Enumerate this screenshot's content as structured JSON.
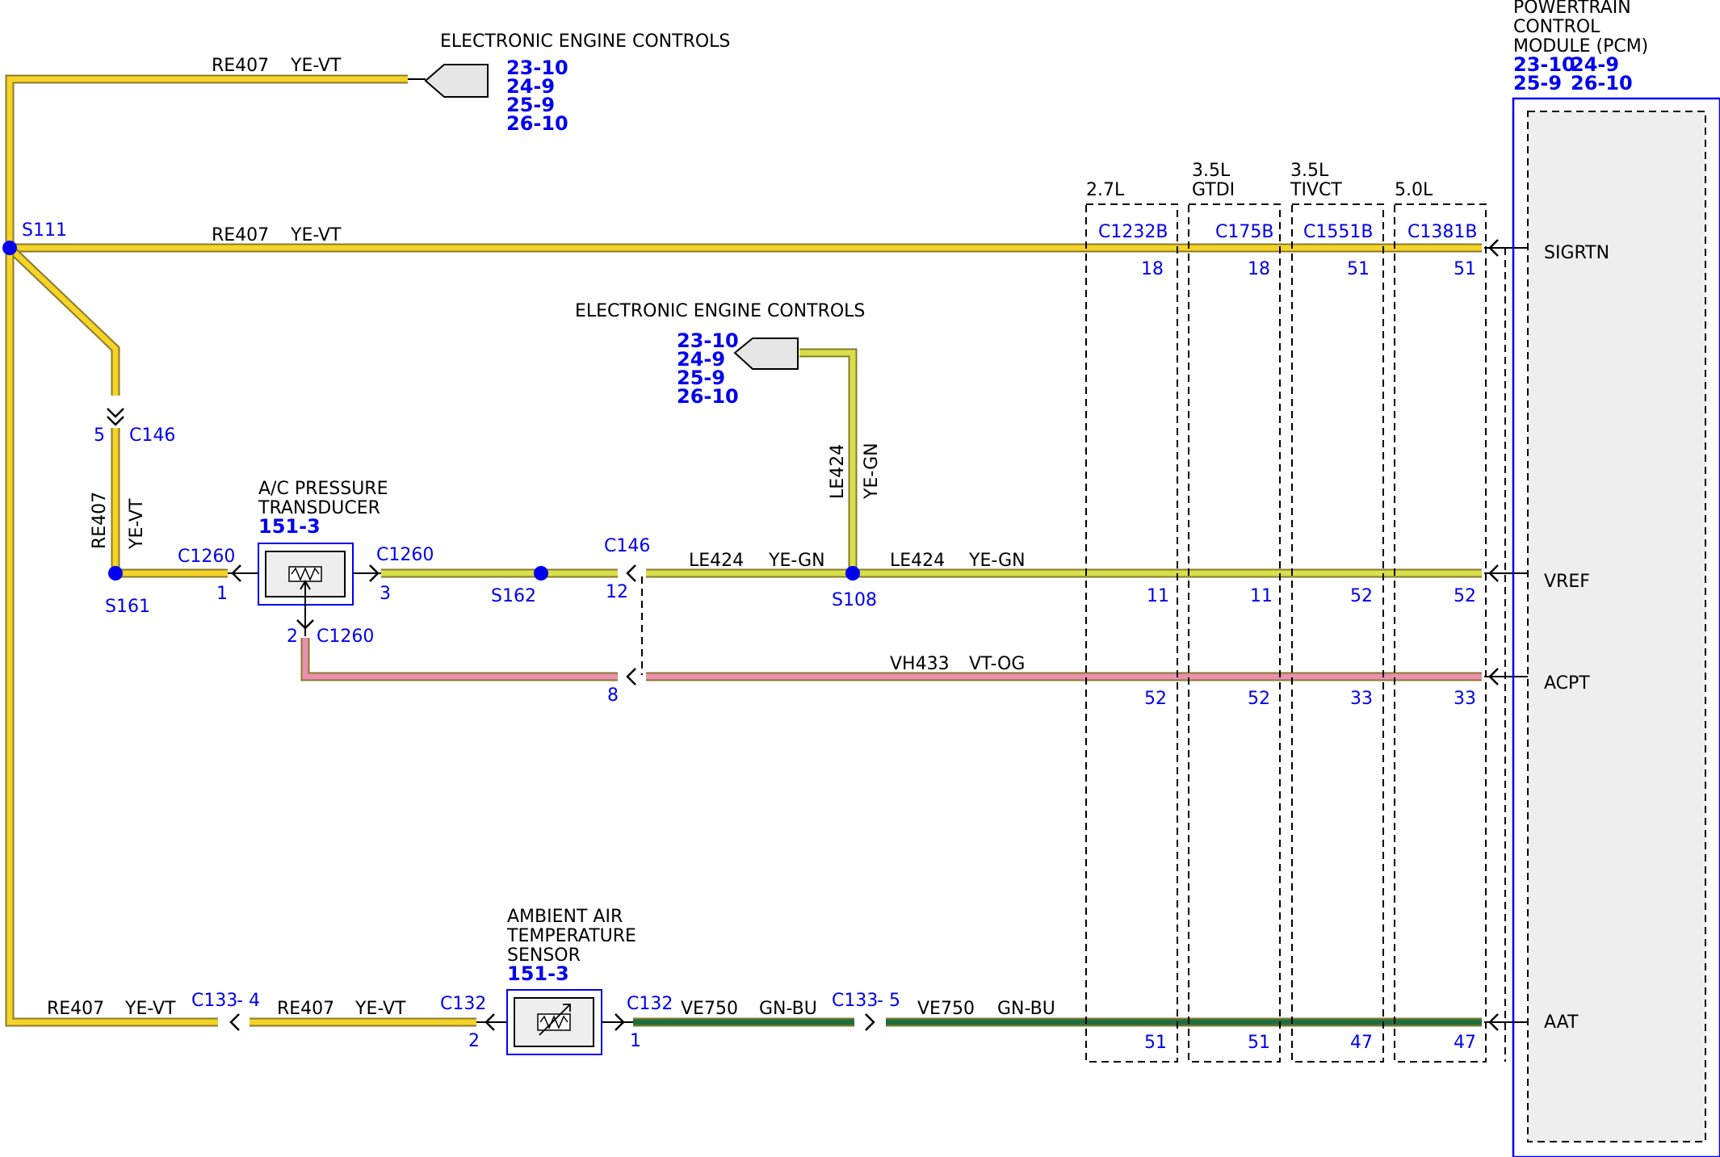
{
  "colors": {
    "ye_vt": "#f5d327",
    "ye_gn": "#d8e04a",
    "vt_og": "#e98fb0",
    "gn_bu": "#1e6e40",
    "wire_edge": "#8a7a2a",
    "blue": "#0000ee"
  },
  "top_harness": {
    "circuit": "RE407",
    "color_code": "YE-VT",
    "title": "ELECTRONIC ENGINE CONTROLS",
    "refs": [
      "23-10",
      "24-9",
      "25-9",
      "26-10"
    ]
  },
  "mid_harness": {
    "title": "ELECTRONIC ENGINE CONTROLS",
    "refs": [
      "23-10",
      "24-9",
      "25-9",
      "26-10"
    ]
  },
  "pcm": {
    "title_lines": [
      "POWERTRAIN",
      "CONTROL",
      "MODULE (PCM)"
    ],
    "refs_row1": [
      "23-10",
      "24-9"
    ],
    "refs_row2": [
      "25-9",
      "26-10"
    ],
    "pins": [
      "SIGRTN",
      "VREF",
      "ACPT",
      "AAT"
    ]
  },
  "engines": [
    {
      "label_lines": [
        "2.7L"
      ],
      "connector": "C1232B",
      "pins": [
        "18",
        "11",
        "52",
        "51"
      ]
    },
    {
      "label_lines": [
        "3.5L",
        "GTDI"
      ],
      "connector": "C175B",
      "pins": [
        "18",
        "11",
        "52",
        "51"
      ]
    },
    {
      "label_lines": [
        "3.5L",
        "TIVCT"
      ],
      "connector": "C1551B",
      "pins": [
        "51",
        "52",
        "33",
        "47"
      ]
    },
    {
      "label_lines": [
        "5.0L"
      ],
      "connector": "C1381B",
      "pins": [
        "51",
        "52",
        "33",
        "47"
      ]
    }
  ],
  "splices": {
    "s111": "S111",
    "s161": "S161",
    "s162": "S162",
    "s108": "S108"
  },
  "c146_upper": {
    "pin": "5",
    "name": "C146"
  },
  "branch_wire": {
    "circuit": "RE407",
    "color_code": "YE-VT"
  },
  "ac_transducer": {
    "title_lines": [
      "A/C PRESSURE",
      "TRANSDUCER"
    ],
    "ref": "151-3",
    "left_conn": "C1260",
    "left_pin": "1",
    "right_conn": "C1260",
    "right_pin": "3",
    "bottom_pin": "2",
    "bottom_conn": "C1260"
  },
  "c146_lower": {
    "name": "C146",
    "pin_top": "12",
    "pin_bottom": "8"
  },
  "vref_wire": {
    "circuit": "LE424",
    "color_code": "YE-GN"
  },
  "vref_vertical": {
    "circuit": "LE424",
    "color_code": "YE-GN"
  },
  "acpt_wire": {
    "circuit": "VH433",
    "color_code": "VT-OG"
  },
  "aat_sensor": {
    "title_lines": [
      "AMBIENT AIR",
      "TEMPERATURE",
      "SENSOR"
    ],
    "ref": "151-3",
    "left_conn": "C132",
    "left_pin": "2",
    "right_conn": "C132",
    "right_pin": "1"
  },
  "bottom_wires": {
    "left_circuit": "RE407",
    "left_color_code": "YE-VT",
    "c133_left": "C133",
    "c133_left_pin": "4",
    "mid_circuit": "RE407",
    "mid_color_code": "YE-VT",
    "ve_circuit": "VE750",
    "ve_color_code": "GN-BU",
    "c133_right": "C133",
    "c133_right_pin": "5",
    "ve2_circuit": "VE750",
    "ve2_color_code": "GN-BU"
  }
}
